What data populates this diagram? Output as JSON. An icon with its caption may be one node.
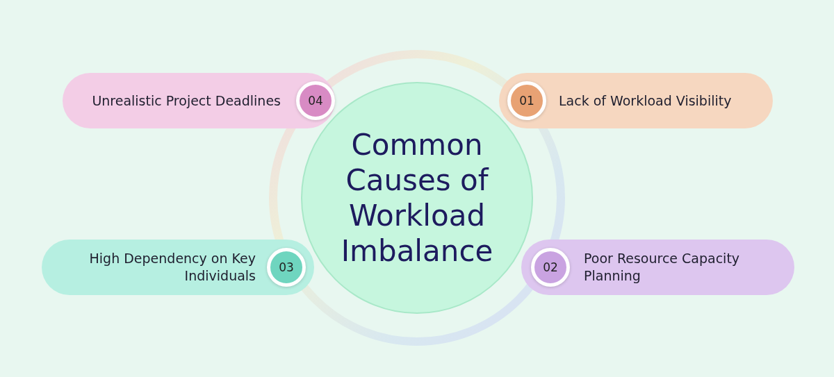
{
  "diagram": {
    "nodes": [
      {
        "text": [
          "Unrealistic Project Deadlines"
        ]
      },
      {
        "text": [
          "04"
        ],
        "in": 0
      },
      {
        "text": [
          "Lack of Workload Visibility"
        ]
      },
      {
        "text": [
          "01"
        ],
        "in": 2
      },
      {
        "text": [
          "Common Causes of Workload Imbalance"
        ]
      },
      {
        "text": [
          "High Dependency on Key Individuals"
        ]
      },
      {
        "text": [
          "03"
        ],
        "in": 5
      },
      {
        "text": [
          "Poor Resource Capacity Planning"
        ]
      },
      {
        "text": [
          "02"
        ],
        "in": 7
      }
    ]
  }
}
